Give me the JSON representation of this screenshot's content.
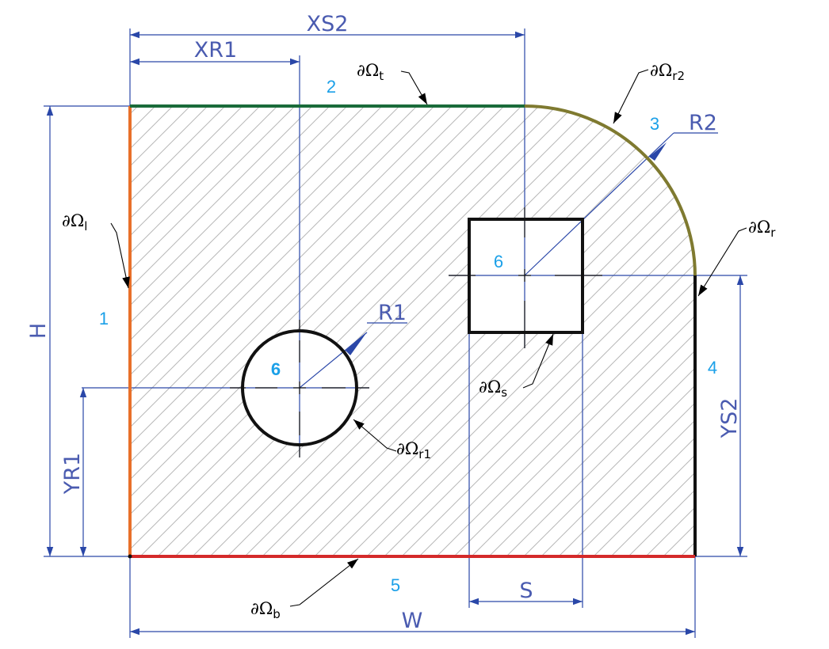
{
  "dimensions": {
    "xs2": "XS2",
    "xr1": "XR1",
    "h": "H",
    "yr1": "YR1",
    "ys2": "YS2",
    "w": "W",
    "s": "S",
    "r1": "R1",
    "r2": "R2"
  },
  "regions": {
    "left": "1",
    "top": "2",
    "arc": "3",
    "right": "4",
    "bottom": "5",
    "hole_square": "6",
    "hole_circle": "6"
  },
  "boundaries": {
    "left": {
      "symbol": "∂Ω",
      "sub": "l"
    },
    "top": {
      "symbol": "∂Ω",
      "sub": "t"
    },
    "arc": {
      "symbol": "∂Ω",
      "sub": "r2"
    },
    "right": {
      "symbol": "∂Ω",
      "sub": "r"
    },
    "square": {
      "symbol": "∂Ω",
      "sub": "s"
    },
    "circle": {
      "symbol": "∂Ω",
      "sub": "r1"
    },
    "bottom": {
      "symbol": "∂Ω",
      "sub": "b"
    }
  },
  "colors": {
    "left_edge": "#e8702a",
    "top_edge": "#1a6b3a",
    "arc_edge": "#7f7a30",
    "right_edge": "#111111",
    "bottom_edge": "#d42a2a",
    "hole_outline": "#111111",
    "dimension": "#2a47a8",
    "region_label": "#1ba0e8",
    "hatch": "#b8b8b8"
  }
}
